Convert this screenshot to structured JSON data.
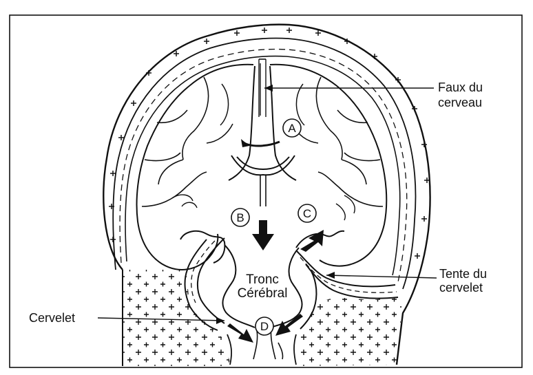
{
  "labels": {
    "faux_line1": "Faux du",
    "faux_line2": "cerveau",
    "tente_line1": "Tente du",
    "tente_line2": "cervelet",
    "cervelet": "Cervelet",
    "tronc_line1": "Tronc",
    "tronc_line2": "Cérébral"
  },
  "markers": {
    "a": "A",
    "b": "B",
    "c": "C",
    "d": "D"
  },
  "colors": {
    "ink": "#111111",
    "background": "#ffffff"
  }
}
